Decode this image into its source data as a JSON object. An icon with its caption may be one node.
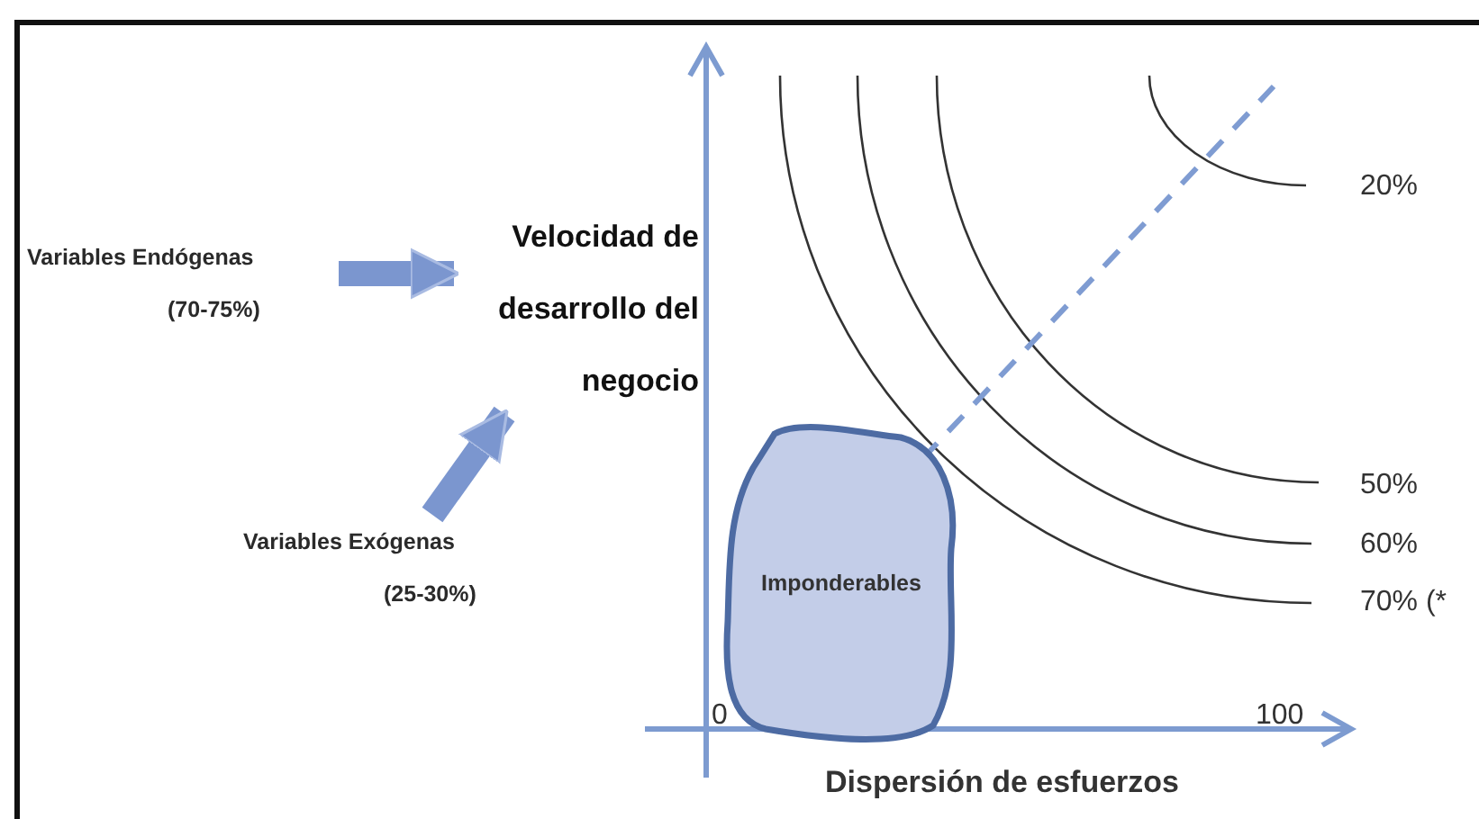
{
  "diagram": {
    "nodes": [
      {
        "text": [
          "Variables Endógenas",
          "(70-75%)"
        ]
      },
      {
        "text": [
          "Velocidad de desarrollo del negocio"
        ]
      },
      {
        "text": [
          "Variables Exógenas",
          "(25-30%)"
        ]
      },
      {
        "text": [
          "Imponderables"
        ]
      }
    ],
    "edges": [
      {
        "from": 0,
        "to": 1,
        "arrow": "to"
      },
      {
        "from": 2,
        "to": 1,
        "arrow": "to"
      },
      {
        "from": 3,
        "to": null,
        "arrow": "none",
        "style": "dashed"
      }
    ],
    "labels": [
      "20%",
      "50%",
      "60%",
      "70% (*",
      "0",
      "100",
      "Dispersión de esfuerzos"
    ]
  }
}
